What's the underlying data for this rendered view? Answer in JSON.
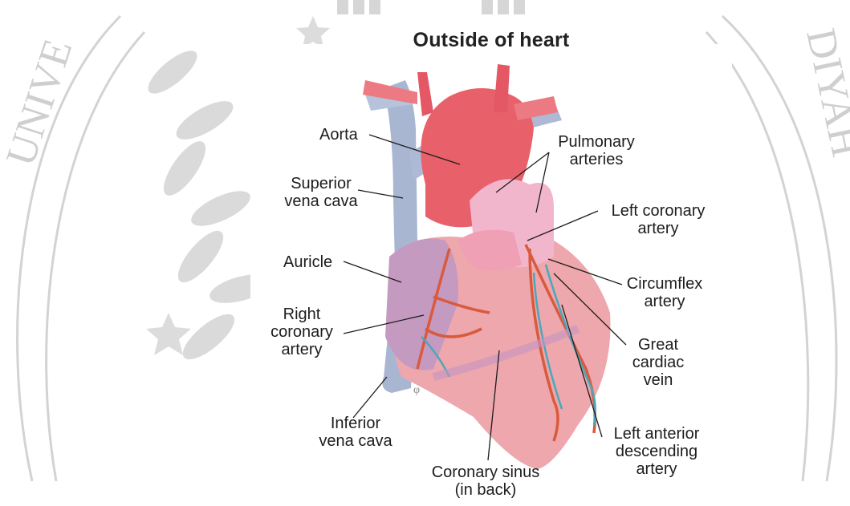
{
  "diagram": {
    "title": "Outside of heart",
    "labels": {
      "aorta": [
        "Aorta"
      ],
      "superior_vena_cava": [
        "Superior",
        "vena cava"
      ],
      "auricle": [
        "Auricle"
      ],
      "right_coronary_artery": [
        "Right",
        "coronary",
        "artery"
      ],
      "inferior_vena_cava": [
        "Inferior",
        "vena cava"
      ],
      "coronary_sinus": [
        "Coronary sinus",
        "(in back)"
      ],
      "pulmonary_arteries": [
        "Pulmonary",
        "arteries"
      ],
      "left_coronary_artery": [
        "Left coronary",
        "artery"
      ],
      "circumflex_artery": [
        "Circumflex",
        "artery"
      ],
      "great_cardiac_vein": [
        "Great",
        "cardiac",
        "vein"
      ],
      "left_anterior_descending_artery": [
        "Left anterior",
        "descending",
        "artery"
      ]
    }
  },
  "watermark": {
    "left_text": "UNIVE",
    "right_text": "DIYAH"
  },
  "colors": {
    "aorta": "#e8606a",
    "pulmonary": "#f2b6cc",
    "vena_cava": "#a9b6d2",
    "heart_body": "#eda7ad",
    "artery_line": "#d95a3c",
    "vein_line": "#4aa8b9",
    "watermark": "#cfcfcf"
  }
}
